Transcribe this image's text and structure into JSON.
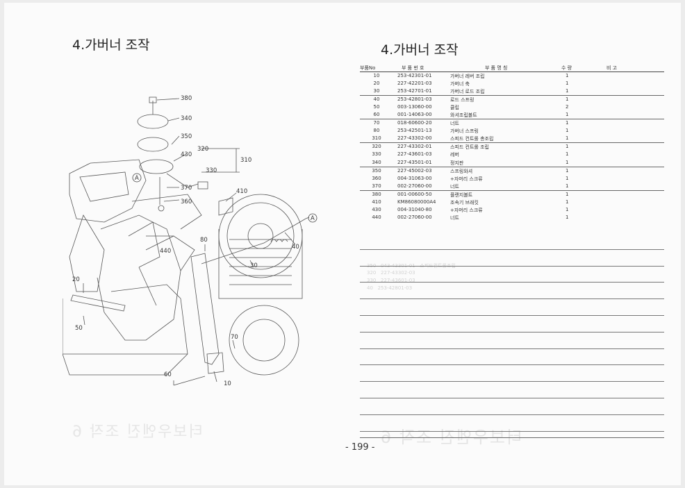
{
  "left_title": "4.가버너 조작",
  "right_title": "4.가버너 조작",
  "table": {
    "headers": {
      "no": "부품No",
      "part_number": "부 품 번 호",
      "name": "부 품 명 칭",
      "qty": "수 량",
      "remarks": "비 고"
    },
    "rows": [
      {
        "no": "10",
        "part": "253-42301-01",
        "name": "가버너 레버 조립",
        "qty": "1"
      },
      {
        "no": "20",
        "part": "227-42201-03",
        "name": "가버너 축",
        "qty": "1"
      },
      {
        "no": "30",
        "part": "253-42701-01",
        "name": "가버너 로드 조립",
        "qty": "1"
      },
      {
        "no": "40",
        "part": "253-42801-03",
        "name": "로드 스프링",
        "qty": "1"
      },
      {
        "no": "50",
        "part": "003-13060-00",
        "name": "클립",
        "qty": "2"
      },
      {
        "no": "60",
        "part": "001-14063-00",
        "name": "와셔조립볼트",
        "qty": "1"
      },
      {
        "no": "70",
        "part": "018-60600-20",
        "name": "너트",
        "qty": "1"
      },
      {
        "no": "80",
        "part": "253-42501-13",
        "name": "가버너 스프링",
        "qty": "1"
      },
      {
        "no": "310",
        "part": "227-43302-00",
        "name": "스피드 컨트롤 총조립",
        "qty": "1"
      },
      {
        "no": "320",
        "part": "227-43302-01",
        "name": "스피드 컨트롤 조립",
        "qty": "1"
      },
      {
        "no": "330",
        "part": "227-43601-03",
        "name": "레버",
        "qty": "1"
      },
      {
        "no": "340",
        "part": "227-43501-01",
        "name": "정지판",
        "qty": "1"
      },
      {
        "no": "350",
        "part": "227-45002-03",
        "name": "스프링와셔",
        "qty": "1"
      },
      {
        "no": "360",
        "part": "004-31063-00",
        "name": "+자머리 스크류",
        "qty": "1"
      },
      {
        "no": "370",
        "part": "002-27060-00",
        "name": "너트",
        "qty": "1"
      },
      {
        "no": "380",
        "part": "001-00600-50",
        "name": "플랜지볼트",
        "qty": "1"
      },
      {
        "no": "410",
        "part": "KM86080000A4",
        "name": "조속기 브래킷",
        "qty": "1"
      },
      {
        "no": "430",
        "part": "004-31040-80",
        "name": "+자머리 스크류",
        "qty": "1"
      },
      {
        "no": "440",
        "part": "002-27060-00",
        "name": "너트",
        "qty": "1"
      }
    ]
  },
  "diagram": {
    "callouts": [
      "380",
      "340",
      "350",
      "320",
      "310",
      "430",
      "330",
      "370",
      "410",
      "360",
      "440",
      "80",
      "20",
      "50",
      "30",
      "40",
      "70",
      "60",
      "10"
    ],
    "ref_marker": "A"
  },
  "page_number": "- 199 -"
}
